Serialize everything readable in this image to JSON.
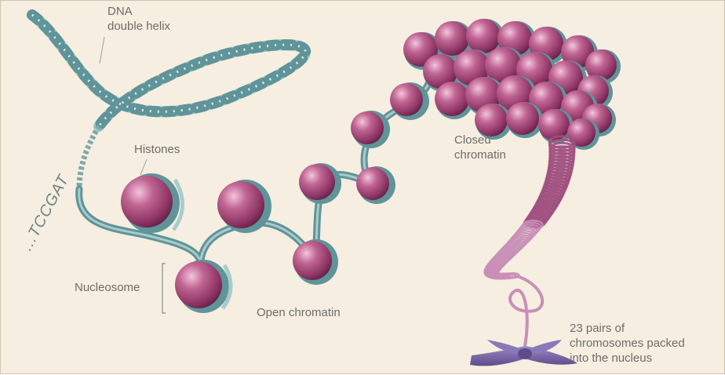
{
  "labels": {
    "dna_double_helix": "DNA\ndouble helix",
    "histones": "Histones",
    "nucleosome": "Nucleosome",
    "open_chromatin": "Open chromatin",
    "closed_chromatin": "Closed\nchromatin",
    "chromosomes": "23 pairs of\nchromosomes packed\ninto the nucleus",
    "dna_sequence": "...TCCGAT"
  },
  "colors": {
    "background": "#f6eee0",
    "dna_strand": "#5f9499",
    "histone": "#9a3e6e",
    "histone_highlight": "#e8a9c8",
    "chromosome": "#7d6ba8",
    "fiber": "#c98fb7"
  }
}
